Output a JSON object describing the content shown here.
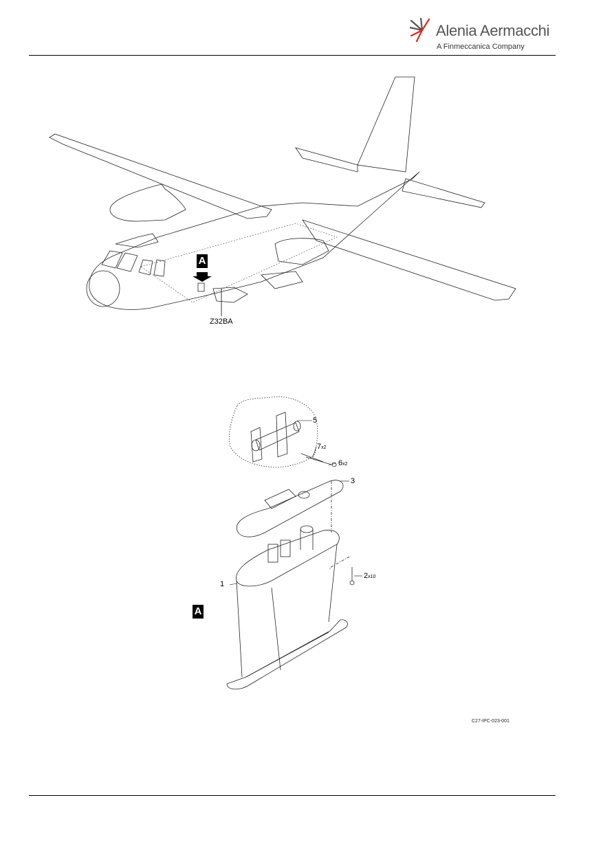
{
  "header": {
    "logo_name": "Alenia Aermacchi",
    "logo_sub": "A Finmeccanica Company",
    "brand_color": "#e0261c"
  },
  "figure": {
    "zone_label": "Z32BA",
    "detail_view": "A",
    "reference": "C27-IPC-023-001",
    "items": [
      {
        "number": "5",
        "qty": ""
      },
      {
        "number": "7",
        "qty": "x2"
      },
      {
        "number": "6",
        "qty": "x2"
      },
      {
        "number": "3",
        "qty": ""
      },
      {
        "number": "1",
        "qty": ""
      },
      {
        "number": "2",
        "qty": "x10"
      }
    ]
  }
}
